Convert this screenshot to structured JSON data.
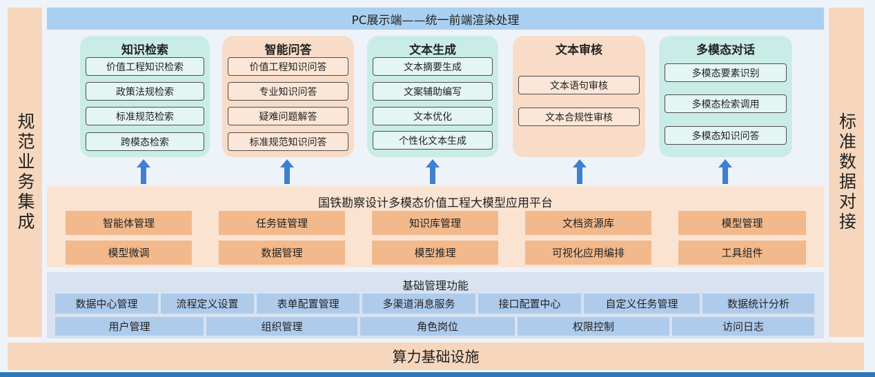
{
  "top_bar": "PC展示端——统一前端渲染处理",
  "left_side": "规范业务集成",
  "right_side": "标准数据对接",
  "cards": [
    {
      "title": "知识检索",
      "items": [
        "价值工程知识检索",
        "政策法规检索",
        "标准规范检索",
        "跨模态检索"
      ]
    },
    {
      "title": "智能问答",
      "items": [
        "价值工程知识问答",
        "专业知识问答",
        "疑难问题解答",
        "标准规范知识问答"
      ]
    },
    {
      "title": "文本生成",
      "items": [
        "文本摘要生成",
        "文案辅助编写",
        "文本优化",
        "个性化文本生成"
      ]
    },
    {
      "title": "文本审核",
      "items": [
        "文本语句审核",
        "文本合规性审核"
      ]
    },
    {
      "title": "多模态对话",
      "items": [
        "多模态要素识别",
        "多模态检索调用",
        "多模态知识问答"
      ]
    }
  ],
  "platform": {
    "title": "国铁勘察设计多模态价值工程大模型应用平台",
    "row1": [
      "智能体管理",
      "任务链管理",
      "知识库管理",
      "文档资源库",
      "模型管理"
    ],
    "row2": [
      "模型微调",
      "数据管理",
      "模型推理",
      "可视化应用编排",
      "工具组件"
    ]
  },
  "base": {
    "title": "基础管理功能",
    "row1": [
      "数据中心管理",
      "流程定义设置",
      "表单配置管理",
      "多渠道消息服务",
      "接口配置中心",
      "自定义任务管理",
      "数据统计分析"
    ],
    "row2": [
      "用户管理",
      "组织管理",
      "角色岗位",
      "权限控制",
      "访问日志"
    ]
  },
  "compute": "算力基础设施",
  "colors": {
    "teal": "#c9ede6",
    "peach": "#f8dcc7",
    "orange": "#f2b98c",
    "blue": "#aecbec",
    "arrow": "#3f7fd0"
  }
}
